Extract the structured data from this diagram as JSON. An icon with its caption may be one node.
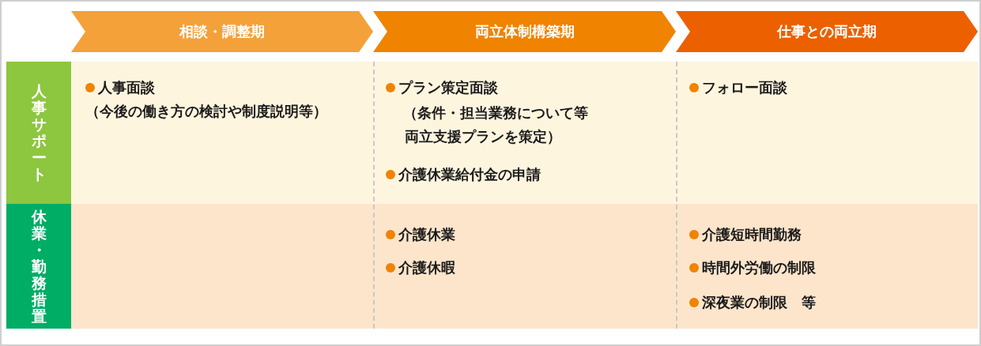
{
  "diagram": {
    "nodes": [
      {
        "text": [
          "相談・調整期"
        ]
      },
      {
        "text": [
          "両立体制構築期"
        ]
      },
      {
        "text": [
          "仕事との両立期"
        ]
      },
      {
        "text": [
          "人事サポート"
        ]
      },
      {
        "text": [
          "休業・勤務措置"
        ]
      }
    ],
    "labels": [
      "人事面談",
      "（今後の働き方の検討や制度説明等）",
      "プラン策定面談",
      "（条件・担当業務について等",
      "両立支援プランを策定）",
      "介護休業給付金の申請",
      "フォロー面談",
      "介護休業",
      "介護休暇",
      "介護短時間勤務",
      "時間外労働の制限",
      "深夜業の制限　等"
    ]
  }
}
